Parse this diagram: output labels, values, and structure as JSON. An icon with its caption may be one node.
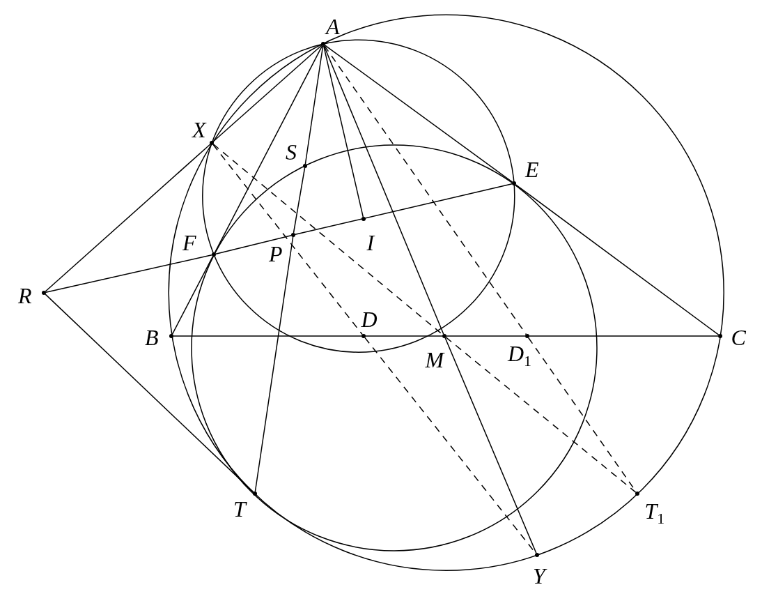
{
  "diagram": {
    "nodes": [
      {
        "text": [
          "A"
        ]
      },
      {
        "text": [
          "X"
        ]
      },
      {
        "text": [
          "S"
        ]
      },
      {
        "text": [
          "E"
        ]
      },
      {
        "text": [
          "F"
        ]
      },
      {
        "text": [
          "P"
        ]
      },
      {
        "text": [
          "I"
        ]
      },
      {
        "text": [
          "R"
        ]
      },
      {
        "text": [
          "B"
        ]
      },
      {
        "text": [
          "D"
        ]
      },
      {
        "text": [
          "M"
        ]
      },
      {
        "text": [
          "D$_{1}$"
        ]
      },
      {
        "text": [
          "C"
        ]
      },
      {
        "text": [
          "T"
        ]
      },
      {
        "text": [
          "T$_{1}$"
        ]
      },
      {
        "text": [
          "Y"
        ]
      }
    ],
    "edges": [
      {
        "from": 7,
        "to": 1,
        "arrow": "none"
      },
      {
        "from": 1,
        "to": 0,
        "arrow": "none"
      },
      {
        "from": 0,
        "to": 4,
        "arrow": "none"
      },
      {
        "from": 4,
        "to": 8,
        "arrow": "none"
      },
      {
        "from": 0,
        "to": 2,
        "arrow": "none"
      },
      {
        "from": 2,
        "to": 5,
        "arrow": "none"
      },
      {
        "from": 5,
        "to": 13,
        "arrow": "none"
      },
      {
        "from": 0,
        "to": 6,
        "arrow": "none"
      },
      {
        "from": 0,
        "to": 10,
        "arrow": "none"
      },
      {
        "from": 10,
        "to": 15,
        "arrow": "none"
      },
      {
        "from": 0,
        "to": 3,
        "arrow": "none"
      },
      {
        "from": 3,
        "to": 12,
        "arrow": "none"
      },
      {
        "from": 0,
        "to": 11,
        "arrow": "none",
        "style": "dashed"
      },
      {
        "from": 11,
        "to": 14,
        "arrow": "none",
        "style": "dashed"
      },
      {
        "from": 1,
        "to": 10,
        "arrow": "none",
        "style": "dashed"
      },
      {
        "from": 10,
        "to": 14,
        "arrow": "none",
        "style": "dashed"
      },
      {
        "from": 1,
        "to": 9,
        "arrow": "none",
        "style": "dashed"
      },
      {
        "from": 9,
        "to": 15,
        "arrow": "none",
        "style": "dashed"
      },
      {
        "from": 7,
        "to": 4,
        "arrow": "none"
      },
      {
        "from": 4,
        "to": 5,
        "arrow": "none"
      },
      {
        "from": 5,
        "to": 3,
        "arrow": "none"
      },
      {
        "from": 7,
        "to": 13,
        "arrow": "none"
      },
      {
        "from": 8,
        "to": 9,
        "arrow": "none"
      },
      {
        "from": 9,
        "to": 10,
        "arrow": "none"
      },
      {
        "from": 10,
        "to": 11,
        "arrow": "none"
      },
      {
        "from": 11,
        "to": 12,
        "arrow": "none"
      }
    ]
  }
}
